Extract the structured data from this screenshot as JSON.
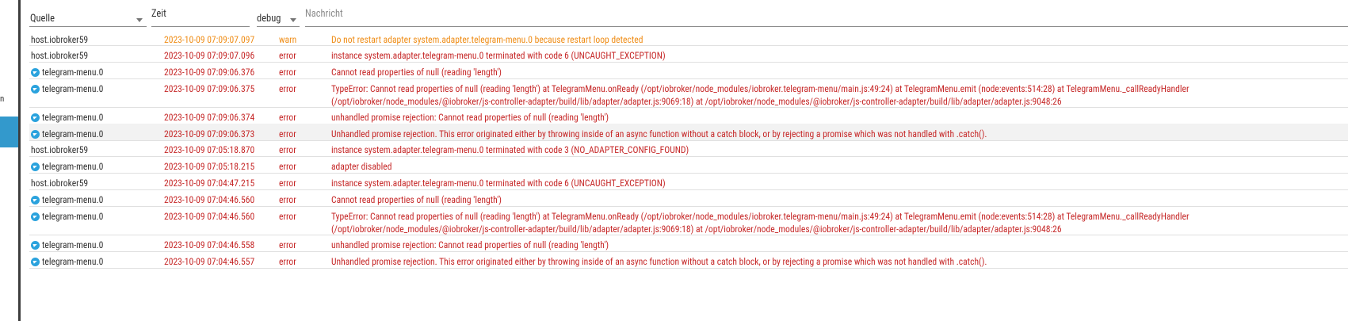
{
  "sidebar": {
    "fragment": "n"
  },
  "header": {
    "source_label": "Quelle",
    "time_label": "Zeit",
    "severity_label": "debug",
    "message_placeholder": "Nachricht"
  },
  "colors": {
    "error": "#c62828",
    "warn": "#ef8d17",
    "accent": "#3399cc",
    "telegram": "#2aa2dd"
  },
  "rows": [
    {
      "source": "host.iobroker59",
      "icon": "none",
      "time": "2023-10-09 07:09:07.097",
      "severity": "warn",
      "message": "Do not restart adapter system.adapter.telegram-menu.0 because restart loop detected"
    },
    {
      "source": "host.iobroker59",
      "icon": "none",
      "time": "2023-10-09 07:09:07.096",
      "severity": "error",
      "message": "instance system.adapter.telegram-menu.0 terminated with code 6 (UNCAUGHT_EXCEPTION)"
    },
    {
      "source": "telegram-menu.0",
      "icon": "telegram-icon",
      "time": "2023-10-09 07:09:06.376",
      "severity": "error",
      "message": "Cannot read properties of null (reading 'length')"
    },
    {
      "source": "telegram-menu.0",
      "icon": "telegram-icon",
      "time": "2023-10-09 07:09:06.375",
      "severity": "error",
      "message": "TypeError: Cannot read properties of null (reading 'length') at TelegramMenu.onReady (/opt/iobroker/node_modules/iobroker.telegram-menu/main.js:49:24) at TelegramMenu.emit (node:events:514:28) at TelegramMenu._callReadyHandler (/opt/iobroker/node_modules/@iobroker/js-controller-adapter/build/lib/adapter/adapter.js:9069:18) at /opt/iobroker/node_modules/@iobroker/js-controller-adapter/build/lib/adapter/adapter.js:9048:26"
    },
    {
      "source": "telegram-menu.0",
      "icon": "telegram-icon",
      "time": "2023-10-09 07:09:06.374",
      "severity": "error",
      "message": "unhandled promise rejection: Cannot read properties of null (reading 'length')"
    },
    {
      "source": "telegram-menu.0",
      "icon": "telegram-icon",
      "time": "2023-10-09 07:09:06.373",
      "severity": "error",
      "message": "Unhandled promise rejection. This error originated either by throwing inside of an async function without a catch block, or by rejecting a promise which was not handled with .catch()."
    },
    {
      "source": "host.iobroker59",
      "icon": "none",
      "time": "2023-10-09 07:05:18.870",
      "severity": "error",
      "message": "instance system.adapter.telegram-menu.0 terminated with code 3 (NO_ADAPTER_CONFIG_FOUND)"
    },
    {
      "source": "telegram-menu.0",
      "icon": "telegram-icon",
      "time": "2023-10-09 07:05:18.215",
      "severity": "error",
      "message": "adapter disabled"
    },
    {
      "source": "host.iobroker59",
      "icon": "none",
      "time": "2023-10-09 07:04:47.215",
      "severity": "error",
      "message": "instance system.adapter.telegram-menu.0 terminated with code 6 (UNCAUGHT_EXCEPTION)"
    },
    {
      "source": "telegram-menu.0",
      "icon": "telegram-icon",
      "time": "2023-10-09 07:04:46.560",
      "severity": "error",
      "message": "Cannot read properties of null (reading 'length')"
    },
    {
      "source": "telegram-menu.0",
      "icon": "telegram-icon",
      "time": "2023-10-09 07:04:46.560",
      "severity": "error",
      "message": "TypeError: Cannot read properties of null (reading 'length') at TelegramMenu.onReady (/opt/iobroker/node_modules/iobroker.telegram-menu/main.js:49:24) at TelegramMenu.emit (node:events:514:28) at TelegramMenu._callReadyHandler (/opt/iobroker/node_modules/@iobroker/js-controller-adapter/build/lib/adapter/adapter.js:9069:18) at /opt/iobroker/node_modules/@iobroker/js-controller-adapter/build/lib/adapter/adapter.js:9048:26"
    },
    {
      "source": "telegram-menu.0",
      "icon": "telegram-icon",
      "time": "2023-10-09 07:04:46.558",
      "severity": "error",
      "message": "unhandled promise rejection: Cannot read properties of null (reading 'length')"
    },
    {
      "source": "telegram-menu.0",
      "icon": "telegram-icon",
      "time": "2023-10-09 07:04:46.557",
      "severity": "error",
      "message": "Unhandled promise rejection. This error originated either by throwing inside of an async function without a catch block, or by rejecting a promise which was not handled with .catch()."
    }
  ]
}
